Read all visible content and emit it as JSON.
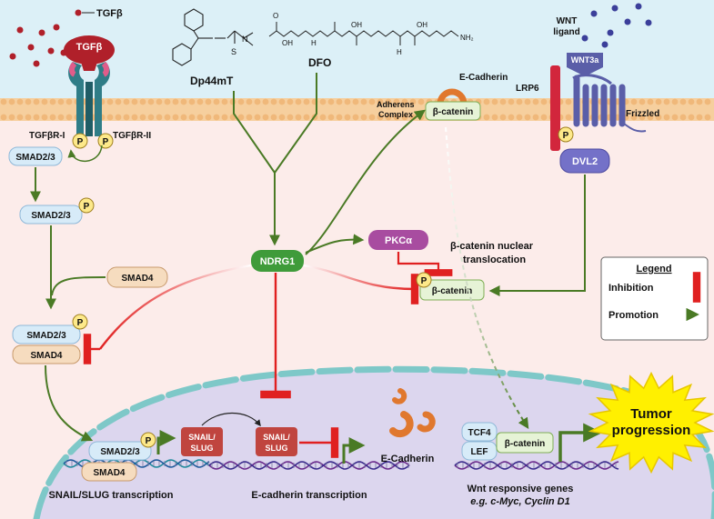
{
  "ligands": {
    "tgfb_legend": "TGFβ",
    "tgfb": "TGFβ",
    "wnt_ligand_l1": "WNT",
    "wnt_ligand_l2": "ligand",
    "wnt3a": "WNT3a"
  },
  "chelators": {
    "dp44mt": "Dp44mT",
    "dp44mt_s": "S",
    "dp44mt_n": "N",
    "dfo": "DFO",
    "dfo_oh": "OH",
    "dfo_o": "O",
    "dfo_h": "H",
    "dfo_nh2": "NH₂"
  },
  "receptors": {
    "tgfbr1": "TGFβR-I",
    "tgfbr2": "TGFβR-II",
    "lrp6": "LRP6",
    "frizzled": "Frizzled",
    "dvl2": "DVL2"
  },
  "adherens": {
    "complex_l1": "Adherens",
    "complex_l2": "Complex",
    "ecadherin": "E-Cadherin",
    "bcatenin": "β-catenin"
  },
  "smad": {
    "smad23_top": "SMAD2/3",
    "smad23_p": "SMAD2/3",
    "smad4": "SMAD4",
    "complex_smad23": "SMAD2/3",
    "complex_smad4": "SMAD4",
    "nuc_smad23": "SMAD2/3",
    "nuc_smad4": "SMAD4"
  },
  "phospho": "P",
  "ndrg1": "NDRG1",
  "pkca": "PKCα",
  "bcatenin_cyto": "β-catenin",
  "nuclear_translocation_l1": "β-catenin nuclear",
  "nuclear_translocation_l2": "translocation",
  "legend": {
    "title": "Legend",
    "inhibition": "Inhibition",
    "promotion": "Promotion"
  },
  "nucleus": {
    "snail1_l1": "SNAIL/",
    "snail1_l2": "SLUG",
    "snail2_l1": "SNAIL/",
    "snail2_l2": "SLUG",
    "ecad_protein": "E-Cadherin",
    "tcf4": "TCF4",
    "lef": "LEF",
    "bcatenin": "β-catenin",
    "tumor_l1": "Tumor",
    "tumor_l2": "progression",
    "snail_transcription": "SNAIL/SLUG transcription",
    "ecad_transcription": "E-cadherin transcription",
    "wnt_genes": "Wnt responsive genes",
    "wnt_examples": "e.g. c-Myc, Cyclin D1"
  },
  "colors": {
    "extracellular": "#dcf0f7",
    "cytoplasm": "#fcecea",
    "membrane": "#f6cf9e",
    "nucleus": "#dcd6ee",
    "nuclear_envelope": "#7ec8c8",
    "promotion": "#4a7a25",
    "inhibition": "#e02020",
    "ndrg1": "#3f9b3a",
    "pkca": "#a84ca0",
    "snail": "#c0453f",
    "dvl2": "#7471c8",
    "tgfb": "#b0202a",
    "receptor": "#2f7d87",
    "lrp6": "#d2263c",
    "frizzled": "#5a5ea8",
    "ecadherin_orange": "#e0782e",
    "tumor_star": "#fff000"
  },
  "icons": [
    "tgfb-dots",
    "wnt-dots",
    "dna-helix",
    "phospho-circle",
    "star-burst"
  ]
}
